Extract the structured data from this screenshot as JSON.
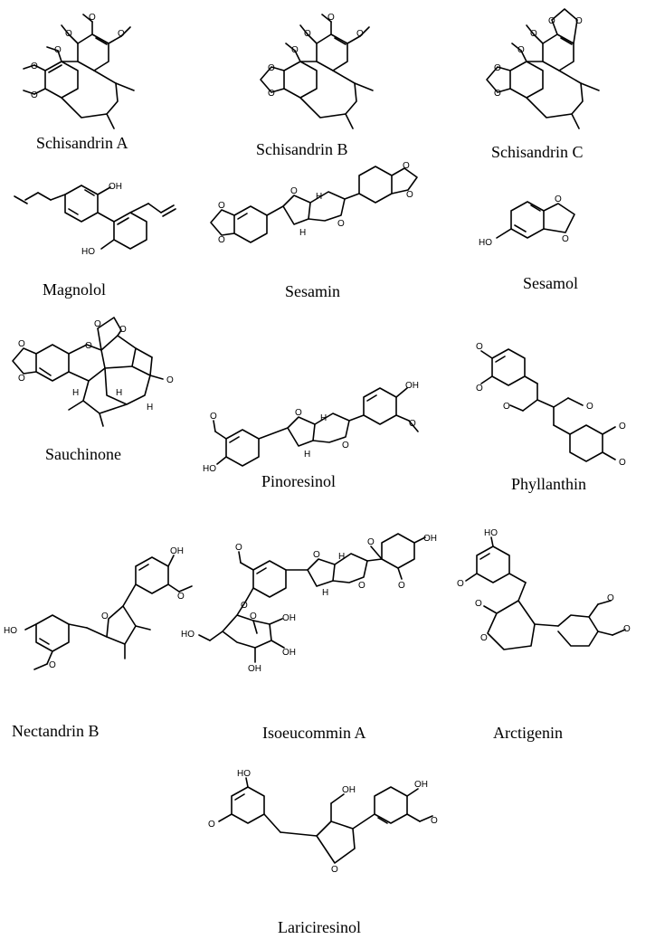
{
  "compounds": [
    {
      "name": "Schisandrin A"
    },
    {
      "name": "Schisandrin B"
    },
    {
      "name": "Schisandrin C"
    },
    {
      "name": "Magnolol"
    },
    {
      "name": "Sesamin"
    },
    {
      "name": "Sesamol"
    },
    {
      "name": "Sauchinone"
    },
    {
      "name": "Pinoresinol"
    },
    {
      "name": "Phyllanthin"
    },
    {
      "name": "Nectandrin B"
    },
    {
      "name": "Isoeucommin A"
    },
    {
      "name": "Arctigenin"
    },
    {
      "name": "Lariciresinol"
    }
  ],
  "atoms": {
    "hydroxyl": "OH",
    "hydroxyl_left": "HO",
    "oxygen": "O",
    "hydrogen": "H"
  }
}
